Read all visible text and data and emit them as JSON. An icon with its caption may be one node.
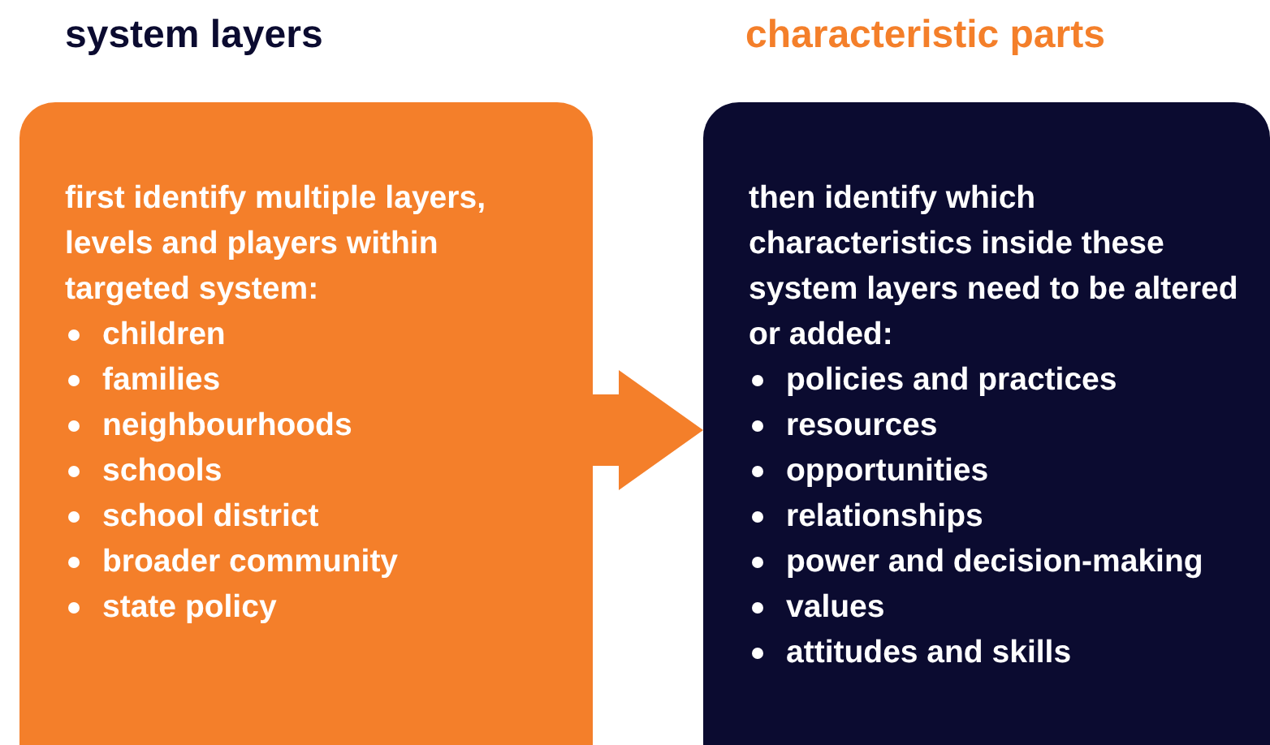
{
  "diagram": {
    "nodes": [
      {
        "text": [
          "system layers",
          "first identify multiple layers, levels and players within targeted system:",
          "children",
          "families",
          "neighbourhoods",
          "schools",
          "school district",
          "broader community",
          "state policy"
        ]
      },
      {
        "text": [
          "characteristic parts",
          "then identify which characteristics inside these system layers need to be altered or added:",
          "policies and practices",
          "resources",
          "opportunities",
          "relationships",
          "power and decision-making",
          "values",
          "attitudes and skills"
        ]
      }
    ],
    "edges": [
      {
        "from": 0,
        "to": 1,
        "arrow": "to"
      }
    ]
  }
}
